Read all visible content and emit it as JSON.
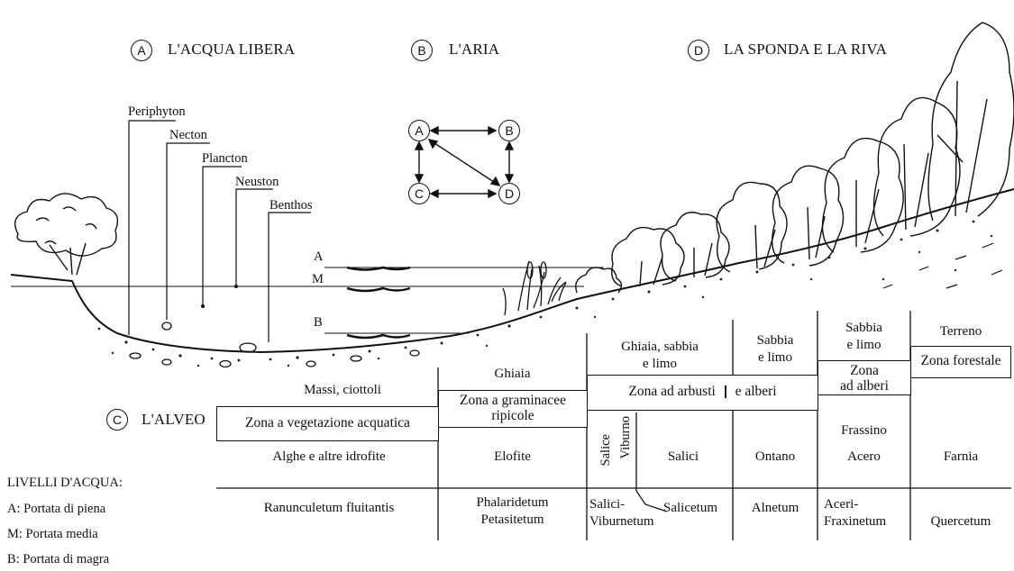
{
  "headings": {
    "a": {
      "letter": "A",
      "text": "L'ACQUA LIBERA"
    },
    "b": {
      "letter": "B",
      "text": "L'ARIA"
    },
    "d": {
      "letter": "D",
      "text": "LA SPONDA E LA RIVA"
    },
    "c": {
      "letter": "C",
      "text": "L'ALVEO"
    }
  },
  "organisms": [
    "Periphyton",
    "Necton",
    "Plancton",
    "Neuston",
    "Benthos"
  ],
  "network_nodes": [
    "A",
    "B",
    "C",
    "D"
  ],
  "water_markers": [
    "A",
    "M",
    "B"
  ],
  "substrates": {
    "col1": "Massi, ciottoli",
    "col2": "Ghiaia",
    "col3": [
      "Ghiaia, sabbia",
      "e limo"
    ],
    "col4": [
      "Sabbia",
      "e limo"
    ],
    "col5": [
      "Sabbia",
      "e limo"
    ],
    "col6": "Terreno"
  },
  "zones": {
    "z1": "Zona a vegetazione acquatica",
    "z2": [
      "Zona a graminacee",
      "ripicole"
    ],
    "z3a": "Zona ad arbusti",
    "z3b": "e alberi",
    "z4": [
      "Zona",
      "ad alberi"
    ],
    "z5": "Zona forestale"
  },
  "species": {
    "col1": "Alghe e altre idrofite",
    "col2": "Elofite",
    "salice": "Salice",
    "viburno": "Viburno",
    "salici": "Salici",
    "ontano": "Ontano",
    "frassino": "Frassino",
    "acero": "Acero",
    "farnia": "Farnia"
  },
  "associations": {
    "col1": "Ranunculetum fluitantis",
    "col2": [
      "Phalaridetum",
      "Petasitetum"
    ],
    "col3a": [
      "Salici-",
      "Viburnetum"
    ],
    "col3b": "Salicetum",
    "col4": "Alnetum",
    "col5": [
      "Aceri-",
      "Fraxinetum"
    ],
    "col6": "Quercetum"
  },
  "legend": {
    "title": "LIVELLI D'ACQUA:",
    "items": [
      "A: Portata di piena",
      "M: Portata media",
      "B: Portata di magra"
    ]
  }
}
